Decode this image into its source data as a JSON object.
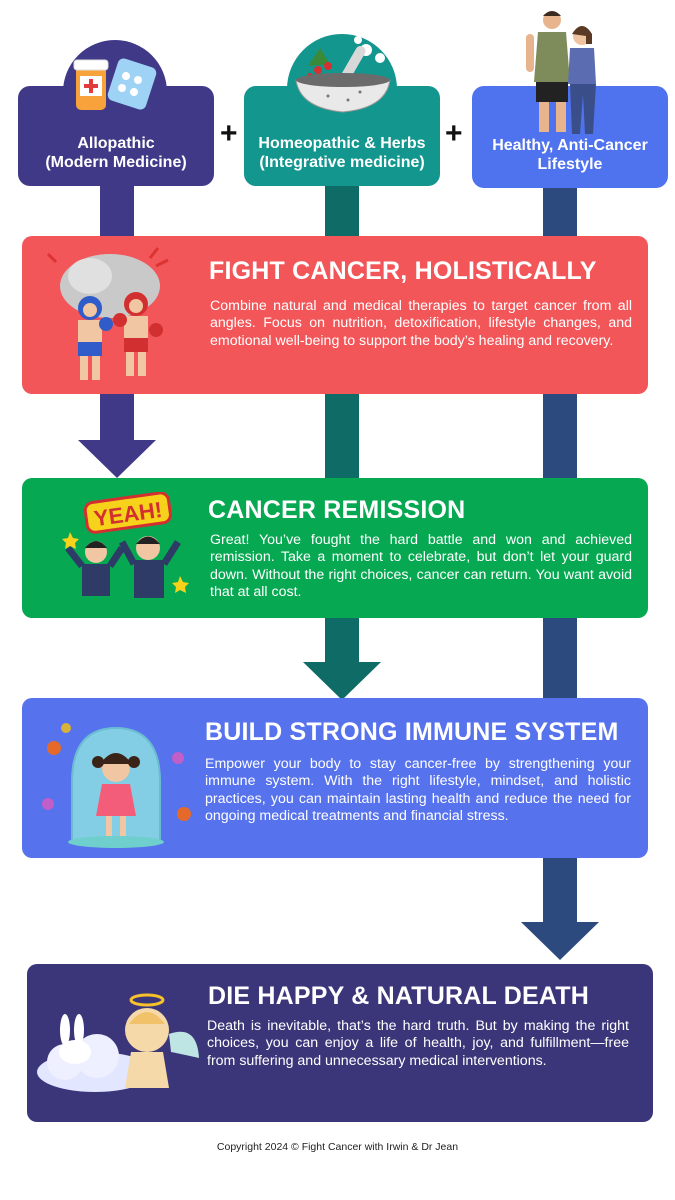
{
  "sources": [
    {
      "label_line1": "Allopathic",
      "label_line2": "(Modern Medicine)",
      "icon": "pills-icon",
      "color": "#413a85"
    },
    {
      "label_line1": "Homeopathic & Herbs",
      "label_line2": "(Integrative medicine)",
      "icon": "mortar-herbs-icon",
      "color": "#12968e"
    },
    {
      "label_line1": "Healthy, Anti-Cancer",
      "label_line2": "Lifestyle",
      "icon": "fit-couple-icon",
      "color": "#4f72ee"
    }
  ],
  "plus_signs": [
    "+",
    "+"
  ],
  "stages": [
    {
      "title": "FIGHT CANCER, HOLISTICALLY",
      "body": "Combine natural and medical therapies to target cancer from all angles. Focus on nutrition, detoxification, lifestyle changes, and emotional well-being to support the body’s healing and recovery.",
      "icon": "boxing-fighters-icon",
      "color": "#f25659"
    },
    {
      "title": "CANCER REMISSION",
      "body": "Great! You’ve fought the hard battle and won and achieved remission. Take a moment to celebrate, but don’t let your guard down. Without the right choices, cancer can return. You want avoid that at all cost.",
      "icon": "celebrating-men-icon",
      "badge_text": "YEAH!",
      "color": "#06a951"
    },
    {
      "title": "BUILD STRONG IMMUNE SYSTEM",
      "body": "Empower your body to stay cancer-free by strengthening your immune system. With the right lifestyle, mindset, and holistic practices, you can maintain lasting health and reduce the need for ongoing medical treatments and financial stress.",
      "icon": "protected-girl-icon",
      "color": "#5772ed"
    },
    {
      "title": "DIE HAPPY & NATURAL DEATH",
      "body": "Death is inevitable,  that’s the hard truth. But by making the right choices, you can enjoy a life of health, joy, and fulfillment—free from suffering and unnecessary medical interventions.",
      "icon": "angel-cloud-icon",
      "color": "#3b3679"
    }
  ],
  "footer": "Copyright 2024 © Fight Cancer with Irwin & Dr Jean"
}
